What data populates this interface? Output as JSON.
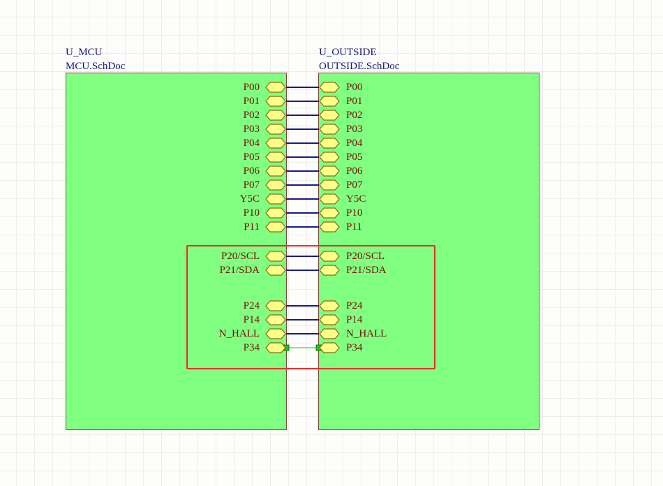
{
  "sheets": [
    {
      "designator": "U_MCU",
      "filename": "MCU.SchDoc"
    },
    {
      "designator": "U_OUTSIDE",
      "filename": "OUTSIDE.SchDoc"
    }
  ],
  "ports": {
    "group1": [
      "P00",
      "P01",
      "P02",
      "P03",
      "P04",
      "P05",
      "P06",
      "P07",
      "Y5C",
      "P10",
      "P11"
    ],
    "group2": [
      "P20/SCL",
      "P21/SDA"
    ],
    "group3": [
      "P24",
      "P14",
      "N_HALL",
      "P34"
    ]
  },
  "colors": {
    "sheet_fill": "#80ff80",
    "sheet_border": "#7a4a3a",
    "port_fill": "#ffff88",
    "port_border": "#8a6a10",
    "wire": "#1a1a80",
    "junction": "#18c818",
    "label_text": "#16167a",
    "port_text": "#7a0a0a",
    "highlight": "#e5302a"
  }
}
